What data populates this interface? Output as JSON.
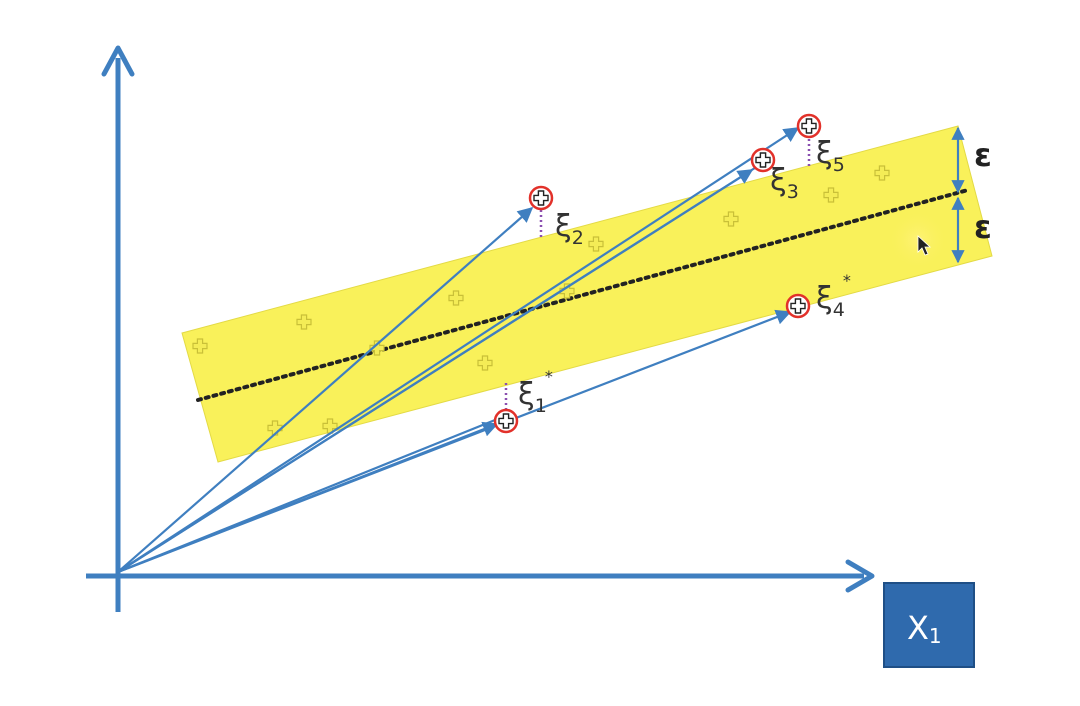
{
  "axis": {
    "x_label": "X",
    "x_label_sub": "1"
  },
  "epsilon": {
    "upper_label": "ε",
    "lower_label": "ε"
  },
  "slacks": [
    {
      "id": "xi1",
      "symbol": "ξ",
      "sub": "1",
      "sup": "*"
    },
    {
      "id": "xi2",
      "symbol": "ξ",
      "sub": "2",
      "sup": ""
    },
    {
      "id": "xi3",
      "symbol": "ξ",
      "sub": "3",
      "sup": ""
    },
    {
      "id": "xi4",
      "symbol": "ξ",
      "sub": "4",
      "sup": "*"
    },
    {
      "id": "xi5",
      "symbol": "ξ",
      "sub": "5",
      "sup": ""
    }
  ],
  "colors": {
    "axis": "#3f7fc0",
    "band": "#f9f15a",
    "band_edge": "#d8cf3a",
    "point": "#e8e04a",
    "outlier_ring": "#e2312a",
    "dotted_line": "#222222",
    "slack_line": "#8a4fb0",
    "axis_box": "#2f6aad"
  }
}
